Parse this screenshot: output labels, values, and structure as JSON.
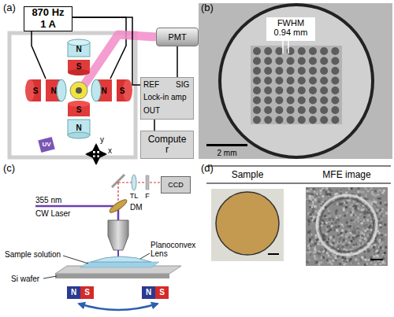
{
  "diagram": {
    "nodes": [
      {
        "text": [
          "870 Hz 1 A"
        ]
      },
      {
        "text": [
          "PMT"
        ]
      },
      {
        "text": [
          "REF",
          "SIG",
          "Lock-in amp",
          "OUT"
        ]
      },
      {
        "text": [
          "Computer"
        ]
      },
      {
        "text": [
          "CCD"
        ]
      }
    ],
    "edges": [
      {
        "from": 0,
        "to": 2,
        "arrow": "none"
      },
      {
        "from": 1,
        "to": 2,
        "arrow": "none"
      },
      {
        "from": 2,
        "to": 3,
        "arrow": "none"
      }
    ],
    "labels": [
      "(a)",
      "N",
      "S",
      "S",
      "N",
      "N",
      "S",
      "S",
      "N",
      "UV",
      "y",
      "x",
      "(b)",
      "FWHM 0.94 mm",
      "2 mm",
      "(c)",
      "TL",
      "F",
      "355 nm",
      "CW Laser",
      "DM",
      "Sample solution",
      "Planoconvex Lens",
      "Si wafer",
      "N",
      "S",
      "N",
      "S",
      "(d)",
      "Sample",
      "MFE image"
    ]
  }
}
